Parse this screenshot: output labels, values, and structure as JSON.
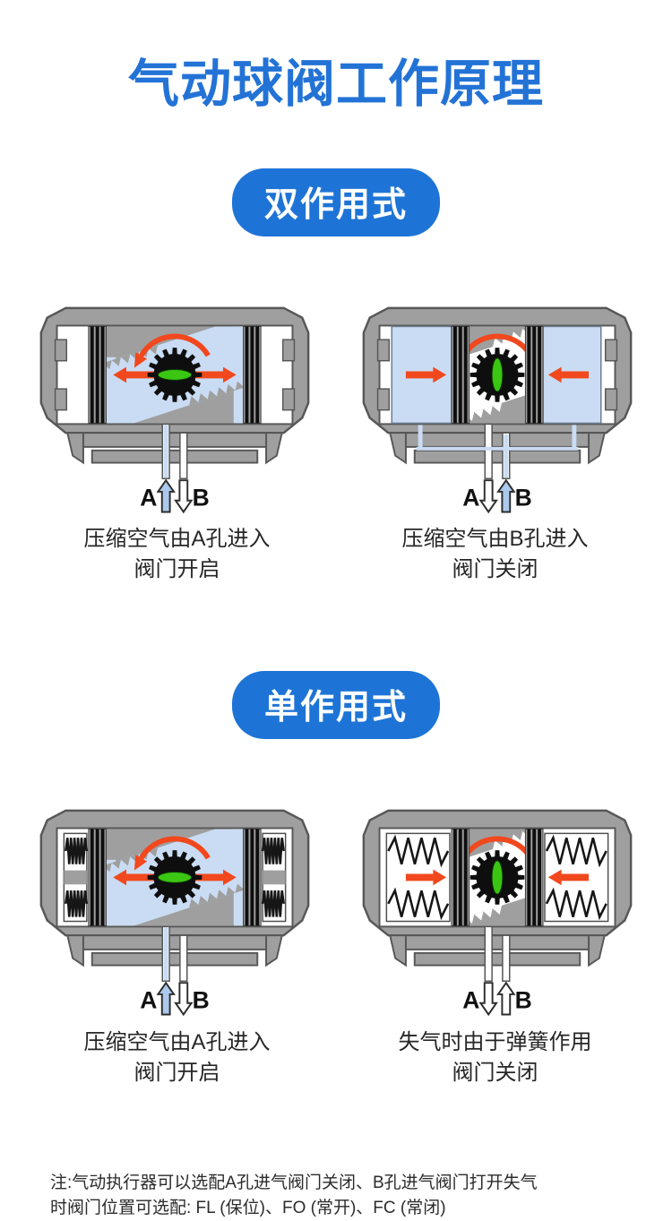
{
  "title": "气动球阀工作原理",
  "colors": {
    "accent_blue": "#1e74d6",
    "title_blue": "#2373d6",
    "air_blue": "#c9dcf3",
    "body_gray": "#9f9f9f",
    "outline_gray": "#575757",
    "arrow_red": "#f1481e",
    "valve_green": "#3bc613",
    "port_arrow_blue": "#abc9ec",
    "spring_black": "#161616"
  },
  "sections": [
    {
      "badge": "双作用式",
      "diagrams": [
        {
          "name": "double-acting-open",
          "valve_state": "open",
          "rotation": "counterclockwise",
          "pistons": "outward",
          "springs": "none",
          "active_port": "A",
          "port_a": {
            "label": "A",
            "arrow": "up-blue"
          },
          "port_b": {
            "label": "B",
            "arrow": "down-white"
          },
          "caption_line1": "压缩空气由A孔进入",
          "caption_line2": "阀门开启"
        },
        {
          "name": "double-acting-closed",
          "valve_state": "closed",
          "rotation": "clockwise",
          "pistons": "inward",
          "springs": "none",
          "active_port": "B",
          "port_a": {
            "label": "A",
            "arrow": "down-white"
          },
          "port_b": {
            "label": "B",
            "arrow": "up-blue"
          },
          "caption_line1": "压缩空气由B孔进入",
          "caption_line2": "阀门关闭"
        }
      ]
    },
    {
      "badge": "单作用式",
      "diagrams": [
        {
          "name": "single-acting-open",
          "valve_state": "open",
          "rotation": "counterclockwise",
          "pistons": "outward",
          "springs": "compressed",
          "active_port": "A",
          "port_a": {
            "label": "A",
            "arrow": "up-blue"
          },
          "port_b": {
            "label": "B",
            "arrow": "down-white"
          },
          "caption_line1": "压缩空气由A孔进入",
          "caption_line2": "阀门开启"
        },
        {
          "name": "single-acting-closed",
          "valve_state": "closed",
          "rotation": "clockwise",
          "pistons": "inward",
          "springs": "extended",
          "active_port": "none",
          "port_a": {
            "label": "A",
            "arrow": "down-white"
          },
          "port_b": {
            "label": "B",
            "arrow": "up-white"
          },
          "caption_line1": "失气时由于弹簧作用",
          "caption_line2": "阀门关闭"
        }
      ]
    }
  ],
  "footnote": {
    "line1": "注:气动执行器可以选配A孔进气阀门关闭、B孔进气阀门打开失气",
    "line2": "时阀门位置可选配: FL (保位)、FO (常开)、FC (常闭)"
  }
}
